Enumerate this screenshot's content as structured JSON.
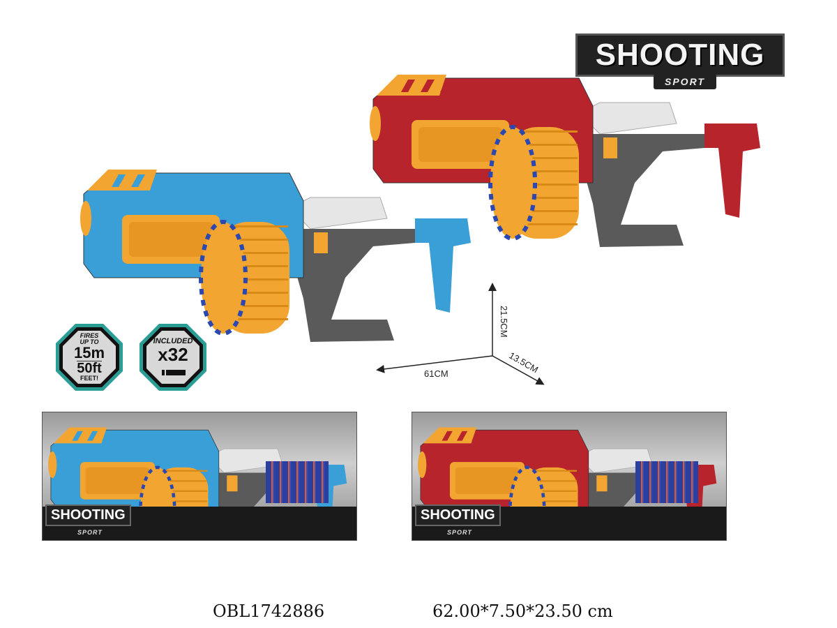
{
  "logo": {
    "title": "SHOOTING",
    "subtitle": "SPORT"
  },
  "colors": {
    "blue_body": "#3a9fd6",
    "red_body": "#b8242c",
    "orange": "#f2a531",
    "grey": "#5a5a5a",
    "teal_ring": "#2a9d95"
  },
  "dimensions": {
    "height": "21.5CM",
    "length": "61CM",
    "depth": "13.5CM"
  },
  "badges": [
    {
      "lines": [
        "FIRES",
        "UP TO",
        "15m",
        "50ft",
        "FEET!"
      ]
    },
    {
      "lines": [
        "INCLUDED",
        "x32"
      ]
    }
  ],
  "packages": [
    {
      "variant": "blue",
      "logo": "SHOOTING",
      "sub": "SPORT"
    },
    {
      "variant": "red",
      "logo": "SHOOTING",
      "sub": "SPORT"
    }
  ],
  "footer": {
    "item_code": "OBL1742886",
    "package_size": "62.00*7.50*23.50 cm"
  }
}
